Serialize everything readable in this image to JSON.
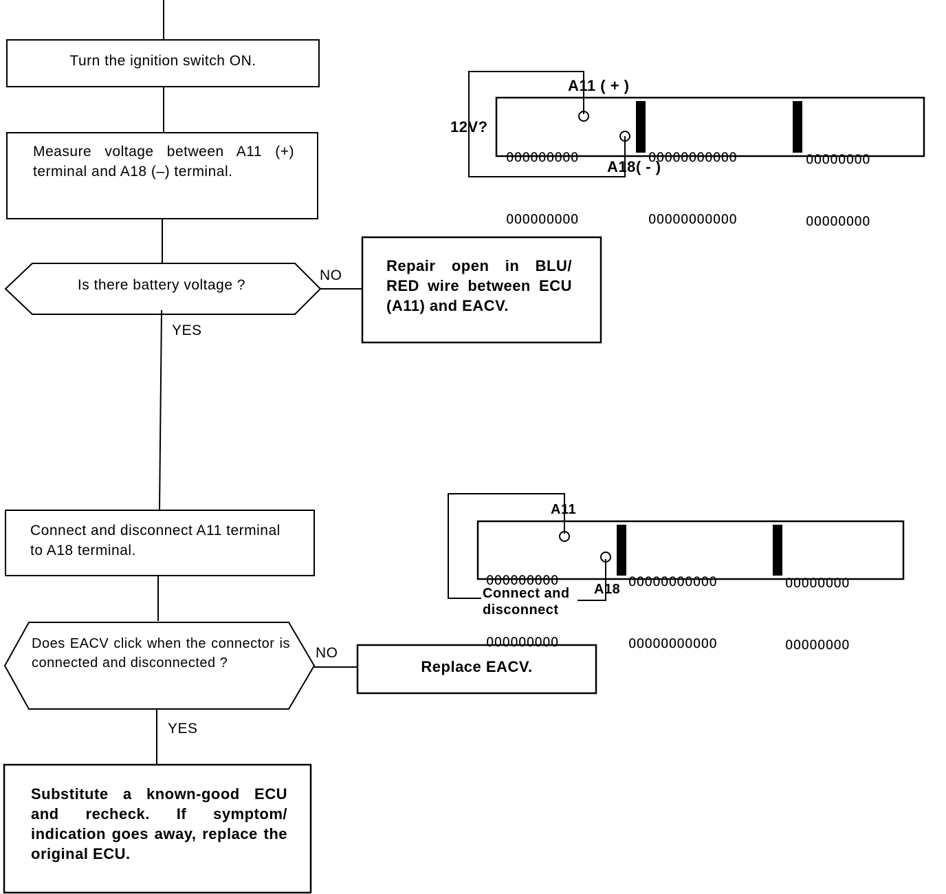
{
  "flowchart": {
    "step1": "Turn the ignition switch ON.",
    "step2": "Measure voltage between A11 (+) terminal and A18 (–) terminal.",
    "decision1": "Is there battery voltage ?",
    "decision1_no": "NO",
    "decision1_yes": "YES",
    "repair1": "Repair open in BLU/ RED wire between ECU (A11) and EACV.",
    "step3": "Connect and disconnect A11 terminal to A18 terminal.",
    "decision2": "Does EACV click when the connector is connected and disconnected ?",
    "decision2_no": "NO",
    "decision2_yes": "YES",
    "repair2": "Replace EACV.",
    "final": "Substitute a known-good ECU and recheck. If symptom/ indication goes away, replace the original ECU."
  },
  "connector1": {
    "label_a11": "A11 ( + )",
    "label_a18": "A18( - )",
    "label_voltage": "12V?",
    "block1_row1": "OOOOOOOOO",
    "block1_row2": "OOOOOOOOO",
    "block2_row1": "OOOOOOOOOOO",
    "block2_row2": "OOOOOOOOOOO",
    "block3_row1": "OOOOOOOO",
    "block3_row2": "OOOOOOOO"
  },
  "connector2": {
    "label_a11": "A11",
    "label_a18": "A18",
    "label_action": "Connect and disconnect",
    "block1_row1": "OOOOOOOOO",
    "block1_row2": "OOOOOOOOO",
    "block2_row1": "OOOOOOOOOOO",
    "block2_row2": "OOOOOOOOOOO",
    "block3_row1": "OOOOOOOO",
    "block3_row2": "OOOOOOOO"
  }
}
